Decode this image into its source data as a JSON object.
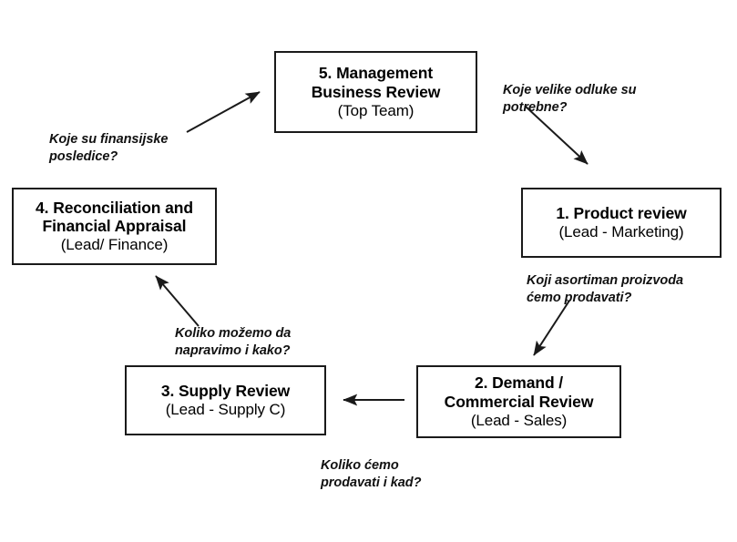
{
  "diagram": {
    "type": "cycle-flow-diagram",
    "background_color": "#ffffff",
    "line_color": "#1a1a1a",
    "nodes": [
      {
        "id": "5",
        "name": "management-business-review",
        "title": "5. Management\nBusiness Review",
        "subtitle": "(Top Team)"
      },
      {
        "id": "1",
        "name": "product-review",
        "title": "1. Product review",
        "subtitle": "(Lead - Marketing)"
      },
      {
        "id": "2",
        "name": "demand-commercial-review",
        "title": "2. Demand /\nCommercial Review",
        "subtitle": "(Lead - Sales)"
      },
      {
        "id": "3",
        "name": "supply-review",
        "title": "3. Supply Review",
        "subtitle": "(Lead - Supply C)"
      },
      {
        "id": "4",
        "name": "reconciliation-financial-appraisal",
        "title": "4. Reconciliation and\nFinancial Appraisal",
        "subtitle": "(Lead/ Finance)"
      }
    ],
    "edges": [
      {
        "id": "5-1",
        "from": "5",
        "to": "1",
        "label": "Koje velike odluke su\npotrebne?"
      },
      {
        "id": "1-2",
        "from": "1",
        "to": "2",
        "label": "Koji asortiman proizvoda\nćemo prodavati?"
      },
      {
        "id": "2-3",
        "from": "2",
        "to": "3",
        "label": "Koliko ćemo\nprodavati i kad?"
      },
      {
        "id": "3-4",
        "from": "3",
        "to": "4",
        "label": "Koliko možemo da\nnapravimo i kako?"
      },
      {
        "id": "4-5",
        "from": "4",
        "to": "5",
        "label": "Koje su finansijske\nposledice?"
      }
    ]
  }
}
